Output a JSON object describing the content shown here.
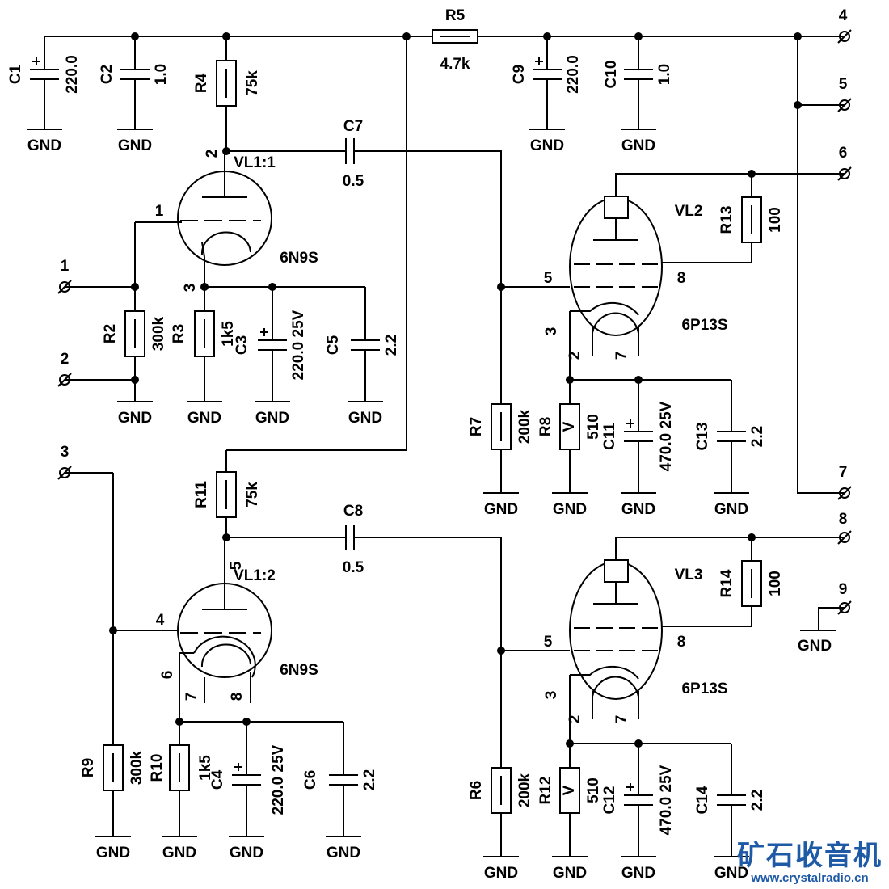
{
  "ground_label": "GND",
  "terminals": [
    "1",
    "2",
    "3",
    "4",
    "5",
    "6",
    "7",
    "8",
    "9"
  ],
  "components": {
    "R5": {
      "ref": "R5",
      "value": "4.7k"
    },
    "C1": {
      "ref": "C1",
      "value": "220.0",
      "polarized": true
    },
    "C2": {
      "ref": "C2",
      "value": "1.0"
    },
    "C9": {
      "ref": "C9",
      "value": "220.0",
      "polarized": true
    },
    "C10": {
      "ref": "C10",
      "value": "1.0"
    },
    "R4": {
      "ref": "R4",
      "value": "75k"
    },
    "C7": {
      "ref": "C7",
      "value": "0.5"
    },
    "R2": {
      "ref": "R2",
      "value": "300k"
    },
    "R3": {
      "ref": "R3",
      "value": "1k5"
    },
    "C3": {
      "ref": "C3",
      "value": "220.0 25V",
      "polarized": true
    },
    "C5": {
      "ref": "C5",
      "value": "2.2"
    },
    "R7": {
      "ref": "R7",
      "value": "200k"
    },
    "R8": {
      "ref": "R8",
      "value": "510",
      "symbol": "V"
    },
    "C11": {
      "ref": "C11",
      "value": "470.0 25V",
      "polarized": true
    },
    "C13": {
      "ref": "C13",
      "value": "2.2"
    },
    "R13": {
      "ref": "R13",
      "value": "100"
    },
    "R11": {
      "ref": "R11",
      "value": "75k"
    },
    "C8": {
      "ref": "C8",
      "value": "0.5"
    },
    "R9": {
      "ref": "R9",
      "value": "300k"
    },
    "R10": {
      "ref": "R10",
      "value": "1k5"
    },
    "C4": {
      "ref": "C4",
      "value": "220.0 25V",
      "polarized": true
    },
    "C6": {
      "ref": "C6",
      "value": "2.2"
    },
    "R6": {
      "ref": "R6",
      "value": "200k"
    },
    "R12": {
      "ref": "R12",
      "value": "510",
      "symbol": "V"
    },
    "C12": {
      "ref": "C12",
      "value": "470.0 25V",
      "polarized": true
    },
    "C14": {
      "ref": "C14",
      "value": "2.2"
    },
    "R14": {
      "ref": "R14",
      "value": "100"
    }
  },
  "tubes": {
    "VL1_1": {
      "ref": "VL1:1",
      "type": "6N9S",
      "pins": {
        "plate": "2",
        "grid": "1",
        "cathode": "3"
      }
    },
    "VL1_2": {
      "ref": "VL1:2",
      "type": "6N9S",
      "pins": {
        "plate": "5",
        "grid": "4",
        "cathode": "6",
        "heater_a": "7",
        "heater_b": "8"
      }
    },
    "VL2": {
      "ref": "VL2",
      "type": "6P13S",
      "pins": {
        "grid": "5",
        "screen": "8",
        "cathode": "3",
        "heater_a": "2",
        "heater_b": "7"
      }
    },
    "VL3": {
      "ref": "VL3",
      "type": "6P13S",
      "pins": {
        "grid": "5",
        "screen": "8",
        "cathode": "3",
        "heater_a": "2",
        "heater_b": "7"
      }
    }
  },
  "watermark": {
    "title": "矿石收音机",
    "url": "www.crystalradio.cn"
  },
  "colors": {
    "line": "#000000",
    "watermark": "#1f5aa6"
  }
}
